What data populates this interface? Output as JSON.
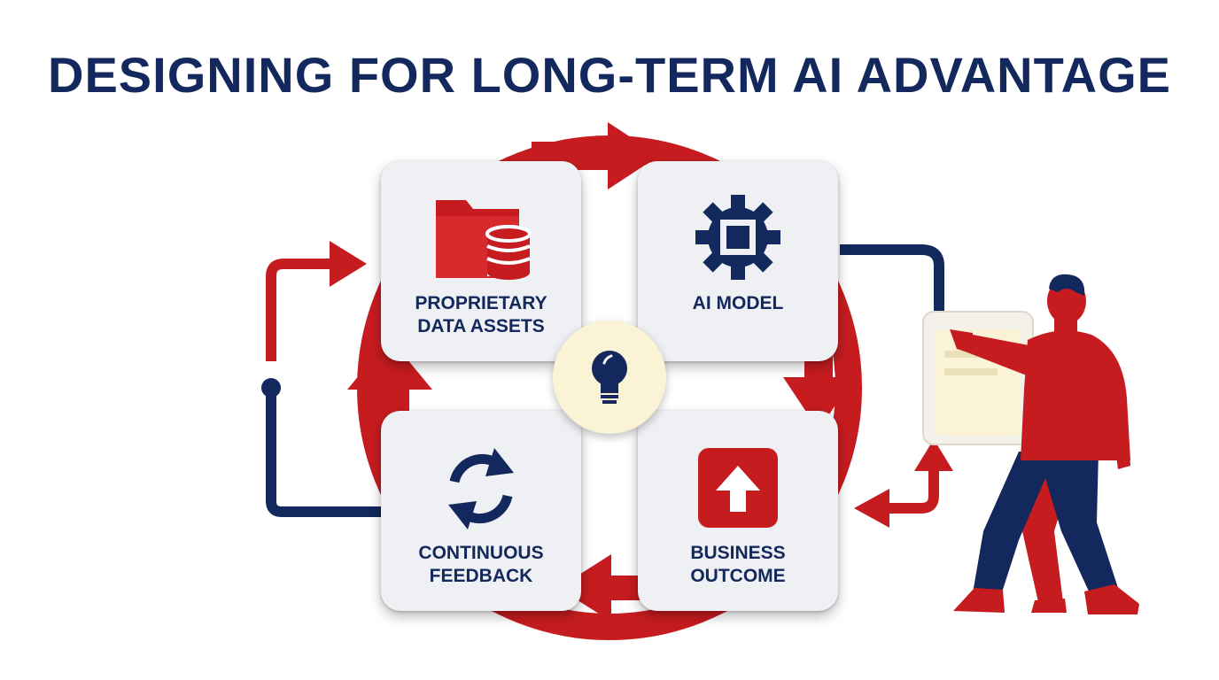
{
  "title": "DESIGNING FOR LONG-TERM AI ADVANTAGE",
  "colors": {
    "navy": "#13285c",
    "red": "#c61c1f",
    "card": "#eef0f3",
    "hub": "#fbf3d6"
  },
  "cards": [
    {
      "id": "proprietary-data-assets",
      "icon": "folder-database-icon",
      "lines": [
        "PROPRIETARY",
        "DATA ASSETS"
      ]
    },
    {
      "id": "ai-model",
      "icon": "chip-gear-icon",
      "lines": [
        "AI MODEL"
      ]
    },
    {
      "id": "continuous-feedback",
      "icon": "refresh-cycle-icon",
      "lines": [
        "CONTINUOUS",
        "FEEDBACK"
      ]
    },
    {
      "id": "business-outcome",
      "icon": "upward-arrow-icon",
      "lines": [
        "BUSINESS",
        "OUTCOME"
      ]
    }
  ],
  "hub": {
    "icon": "lightbulb-icon"
  },
  "figure": {
    "icon": "person-pointing-at-document-icon"
  }
}
